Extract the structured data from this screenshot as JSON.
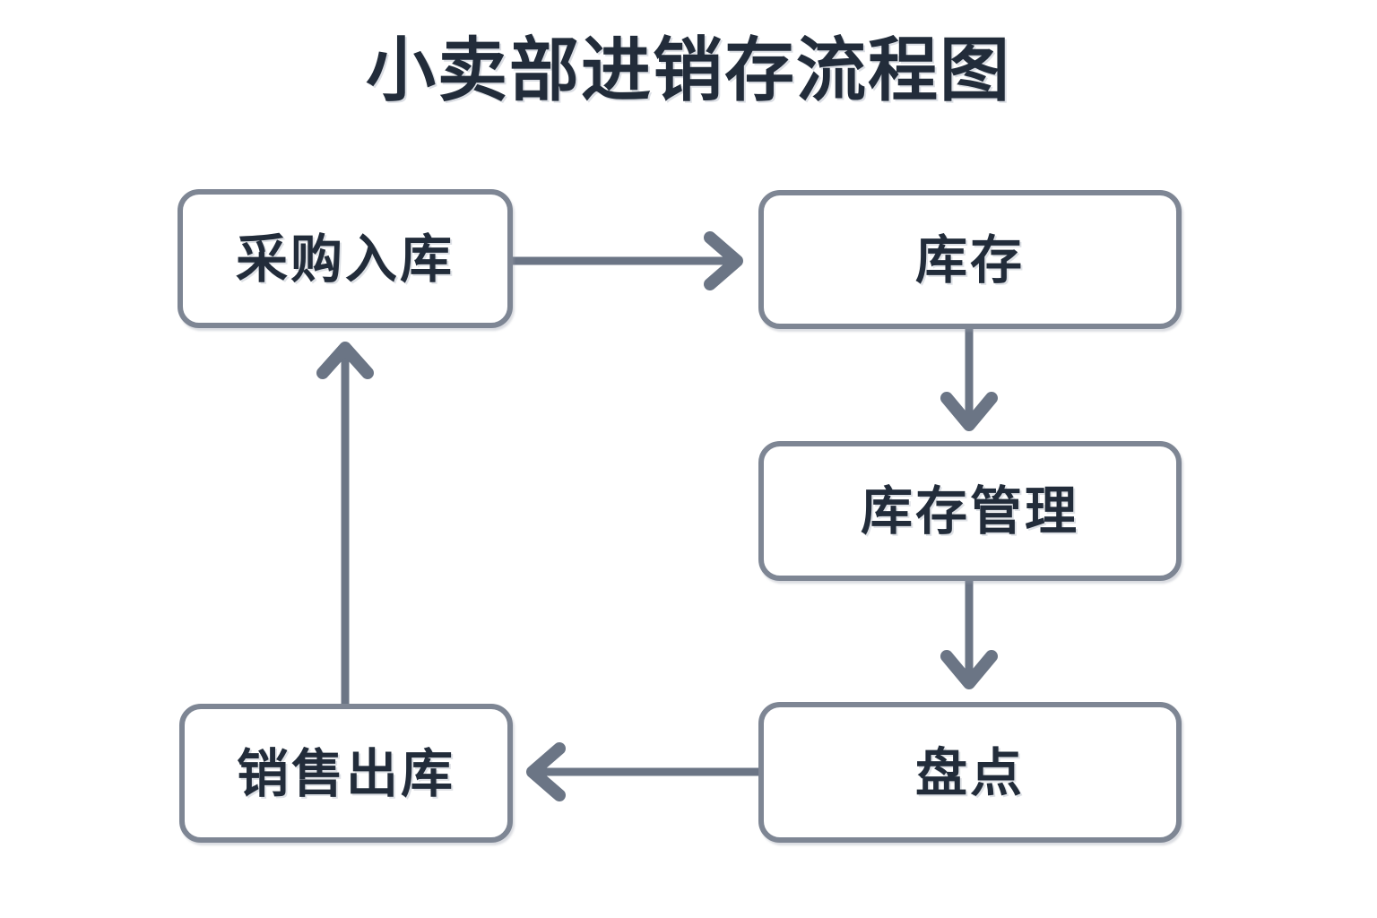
{
  "title": "小卖部进销存流程图",
  "colors": {
    "background": "#ffffff",
    "node_border": "#7e8694",
    "node_fill": "#ffffff",
    "text": "#222c3a",
    "connector": "#6b7585"
  },
  "chart_data": {
    "type": "diagram",
    "title": "小卖部进销存流程图",
    "nodes": [
      {
        "id": "purchase",
        "label": "采购入库",
        "column": "left",
        "row": 1
      },
      {
        "id": "stock",
        "label": "库存",
        "column": "right",
        "row": 1
      },
      {
        "id": "stock_mgmt",
        "label": "库存管理",
        "column": "right",
        "row": 2
      },
      {
        "id": "count",
        "label": "盘点",
        "column": "right",
        "row": 3
      },
      {
        "id": "sales",
        "label": "销售出库",
        "column": "left",
        "row": 3
      }
    ],
    "edges": [
      {
        "from": "purchase",
        "to": "stock",
        "direction": "right",
        "label": ""
      },
      {
        "from": "stock",
        "to": "stock_mgmt",
        "direction": "down",
        "label": ""
      },
      {
        "from": "stock_mgmt",
        "to": "count",
        "direction": "down",
        "label": ""
      },
      {
        "from": "count",
        "to": "sales",
        "direction": "left",
        "label": ""
      },
      {
        "from": "sales",
        "to": "purchase",
        "direction": "up",
        "label": ""
      }
    ],
    "arrow_style": "chevron"
  },
  "nodes": {
    "purchase": {
      "label": "采购入库"
    },
    "stock": {
      "label": "库存"
    },
    "stock_mgmt": {
      "label": "库存管理"
    },
    "count": {
      "label": "盘点"
    },
    "sales": {
      "label": "销售出库"
    }
  }
}
